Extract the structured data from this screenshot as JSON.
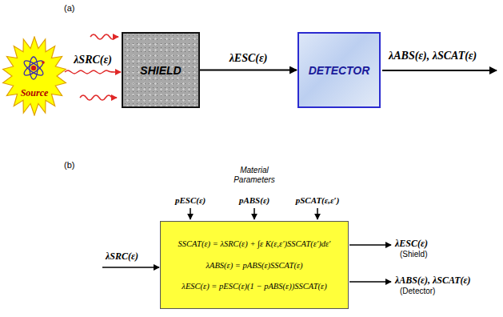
{
  "diagram": {
    "nodes": [
      {
        "text": [
          "Source"
        ]
      },
      {
        "text": [
          "SHIELD"
        ]
      },
      {
        "text": [
          "DETECTOR"
        ]
      },
      {
        "text": [
          "SSCAT(ε) = λSRC(ε) + ∫ε K(ε,ε′)SSCAT(ε′)dε′",
          "λABS(ε) = pABS(ε)SSCAT(ε)",
          "λESC(ε) = pESC(ε)(1 − pABS(ε))SSCAT(ε)"
        ]
      }
    ],
    "edges": [
      {
        "from": 0,
        "to": 1,
        "arrow": "to",
        "label": "λSRC(ε)"
      },
      {
        "from": 1,
        "to": 2,
        "arrow": "to",
        "label": "λESC(ε)"
      }
    ],
    "labels": [
      "(a)",
      "λABS(ε), λSCAT(ε)",
      "(b)",
      "Material Parameters",
      "pESC(ε)",
      "pABS(ε)",
      "pSCAT(ε,ε′)",
      "λSRC(ε)",
      "λESC(ε)",
      "(Shield)",
      "λABS(ε), λSCAT(ε)",
      "(Detector)"
    ]
  }
}
